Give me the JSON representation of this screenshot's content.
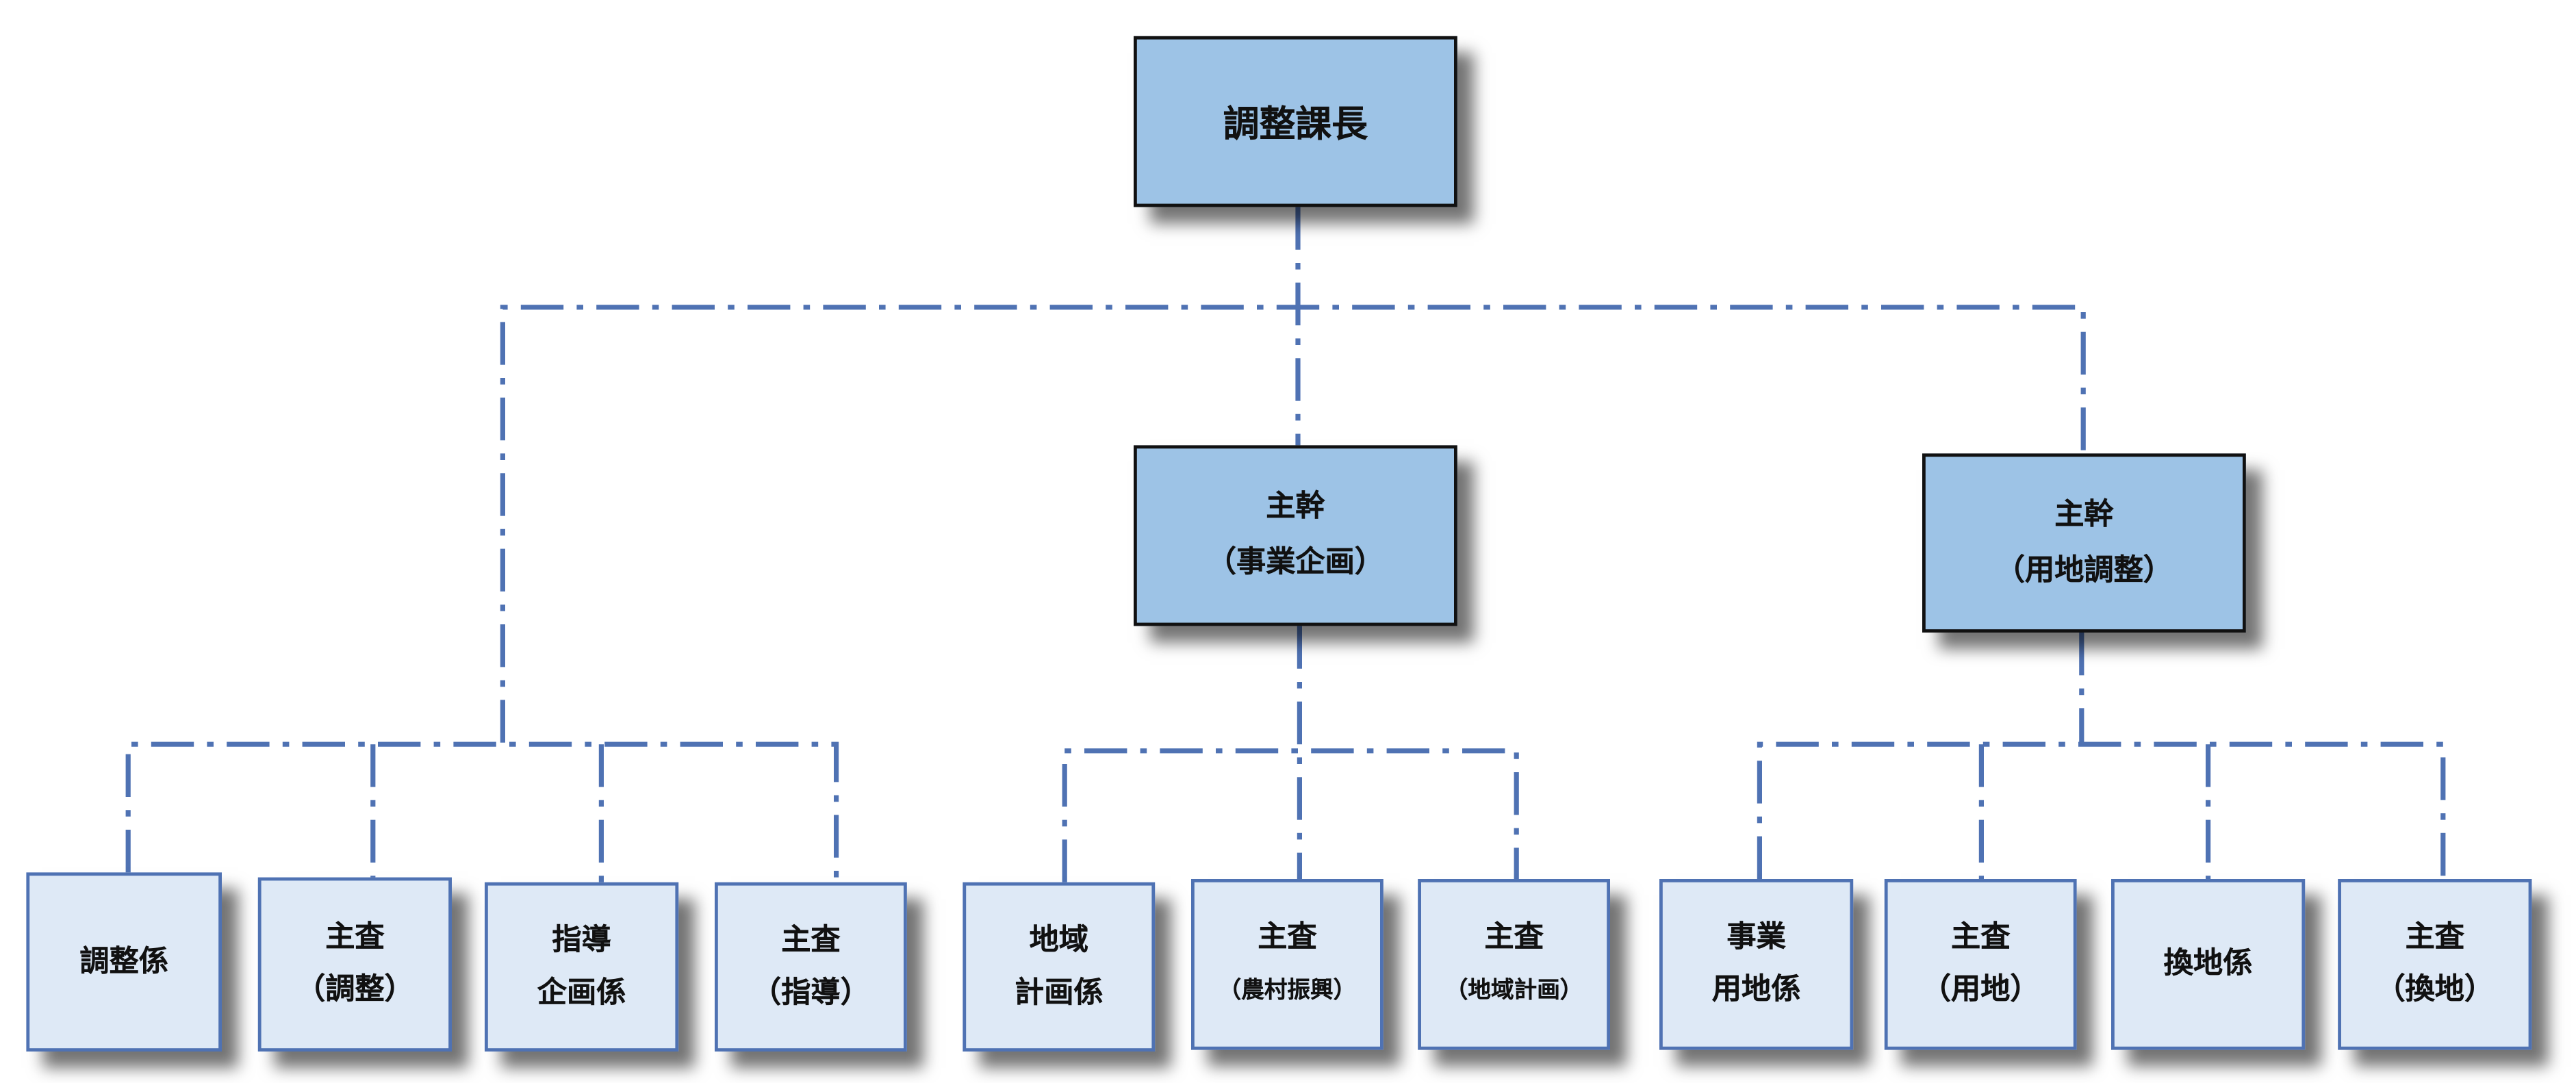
{
  "org_chart": {
    "head": {
      "lines": [
        "調整課長"
      ]
    },
    "managers": [
      {
        "lines": [
          "主幹",
          "（事業企画）"
        ]
      },
      {
        "lines": [
          "主幹",
          "（用地調整）"
        ]
      }
    ],
    "units": [
      {
        "lines": [
          "調整係",
          ""
        ]
      },
      {
        "lines": [
          "主査",
          "（調整）"
        ]
      },
      {
        "lines": [
          "指導",
          "企画係"
        ]
      },
      {
        "lines": [
          "主査",
          "（指導）"
        ]
      },
      {
        "lines": [
          "地域",
          "計画係"
        ]
      },
      {
        "lines": [
          "主査",
          "（農村振興）"
        ]
      },
      {
        "lines": [
          "主査",
          "（地域計画）"
        ]
      },
      {
        "lines": [
          "事業",
          "用地係"
        ]
      },
      {
        "lines": [
          "主査",
          "（用地）"
        ]
      },
      {
        "lines": [
          "換地係",
          ""
        ]
      },
      {
        "lines": [
          "主査",
          "（換地）"
        ]
      }
    ],
    "colors": {
      "connector": "#4f72b3",
      "upper_box_fill": "#9dc3e6",
      "lower_box_fill": "#dee9f6",
      "upper_box_border": "#111111",
      "lower_box_border": "#4f72b3"
    }
  }
}
